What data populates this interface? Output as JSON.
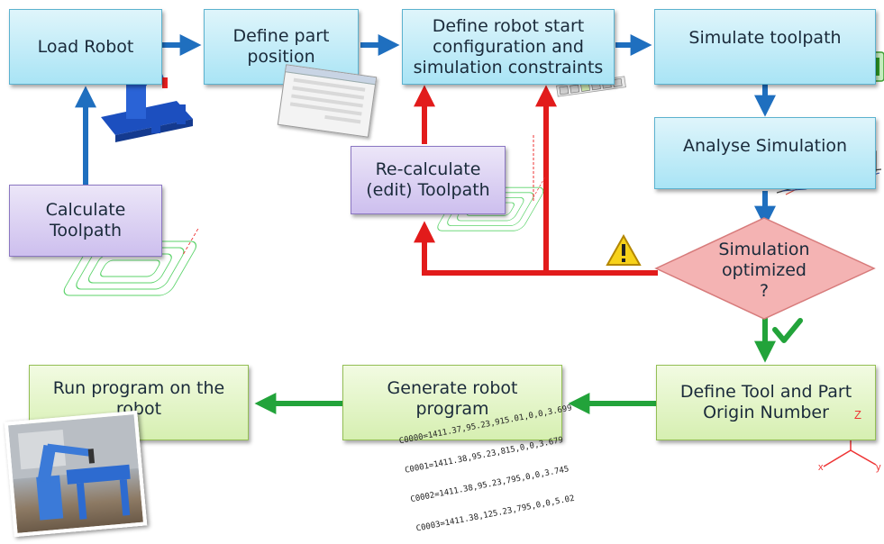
{
  "nodes": {
    "load_robot": "Load Robot",
    "define_part_position": "Define part\nposition",
    "define_robot_start": "Define robot start\nconfiguration and\nsimulation constraints",
    "simulate_toolpath": "Simulate toolpath",
    "analyse_simulation": "Analyse Simulation",
    "simulation_optimized": "Simulation\noptimized\n?",
    "recalculate_toolpath": "Re-calculate\n(edit) Toolpath",
    "calculate_toolpath": "Calculate\nToolpath",
    "define_tool_part_origin": "Define Tool and Part\nOrigin Number",
    "generate_robot_program": "Generate robot\nprogram",
    "run_program": "Run program on the\nrobot"
  },
  "gcode_lines": [
    "C0000=1411.37,95.23,915.01,0,0,3.699",
    "C0001=1411.38,95.23,815,0,0,3.679",
    "C0002=1411.38,95.23,795,0,0,3.745",
    "C0003=1411.38,125.23,795,0,0,5.02"
  ],
  "axis_label_z": "Z",
  "colors": {
    "blue_arrow": "#1f6fbf",
    "red_arrow": "#e21b1b",
    "green_arrow": "#22a33a"
  },
  "icons": [
    "robot-icon",
    "dialog-thumbnail-icon",
    "toolbar-icons",
    "playback-controls-icon",
    "warning-icon",
    "checkmark-icon",
    "toolpath-icon",
    "robot-photo",
    "coordinate-axes-icon"
  ]
}
